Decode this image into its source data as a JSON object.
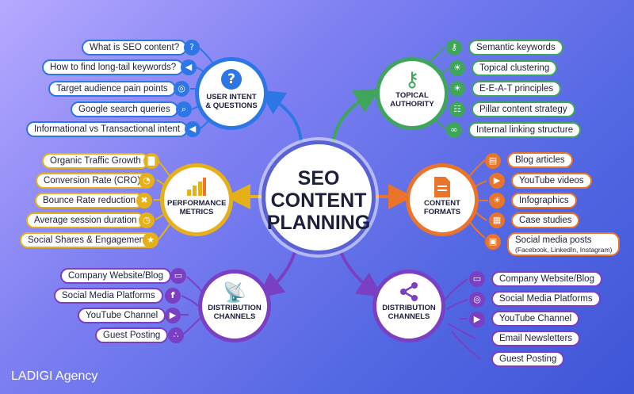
{
  "center": {
    "lines": [
      "SEO",
      "CONTENT",
      "PLANNING"
    ]
  },
  "hubs": {
    "user_intent": {
      "title_lines": [
        "USER INTENT",
        "& QUESTIONS"
      ],
      "icon": "question-icon",
      "color": "#2d76e6"
    },
    "topical_authority": {
      "title_lines": [
        "TOPICAL",
        "AUTHORITY"
      ],
      "icon": "key-icon",
      "color": "#3fa55c"
    },
    "performance": {
      "title_lines": [
        "PERFORMANCE",
        "METRICS"
      ],
      "icon": "bar-chart-icon",
      "color": "#e6b019"
    },
    "content_formats": {
      "title_lines": [
        "CONTENT",
        "FORMATS"
      ],
      "icon": "document-icon",
      "color": "#e9742a"
    },
    "distribution_left": {
      "title_lines": [
        "DISTRIBUTION",
        "CHANNELS"
      ],
      "icon": "satellite-dish-icon",
      "color": "#7a3fc2"
    },
    "distribution_right": {
      "title_lines": [
        "DISTRIBUTION",
        "CHANNELS"
      ],
      "icon": "share-icon",
      "color": "#7a3fc2"
    }
  },
  "user_intent_items": [
    {
      "label": "What is SEO content?",
      "icon": "question-icon"
    },
    {
      "label": "How to find long-tail keywords?",
      "icon": "megaphone-icon"
    },
    {
      "label": "Target audience pain points",
      "icon": "target-icon"
    },
    {
      "label": "Google search queries",
      "icon": "search-icon"
    },
    {
      "label": "Informational vs Transactional intent",
      "icon": "megaphone-icon"
    }
  ],
  "topical_items": [
    {
      "label": "Semantic keywords",
      "icon": "key-icon"
    },
    {
      "label": "Topical clustering",
      "icon": "lightbulb-icon"
    },
    {
      "label": "E-E-A-T principles",
      "icon": "lightbulb-icon"
    },
    {
      "label": "Pillar content strategy",
      "icon": "sitemap-icon"
    },
    {
      "label": "Internal linking structure",
      "icon": "link-icon"
    }
  ],
  "performance_items": [
    {
      "label": "Organic Traffic Growth",
      "icon": "bar-chart-icon"
    },
    {
      "label": "Conversion Rate (CRO)",
      "icon": "pie-chart-icon"
    },
    {
      "label": "Bounce Rate reduction",
      "icon": "arrows-icon"
    },
    {
      "label": "Average session duration",
      "icon": "stopwatch-icon"
    },
    {
      "label": "Social Shares & Engagement",
      "icon": "trophy-icon"
    }
  ],
  "format_items": [
    {
      "label": "Blog articles",
      "icon": "document-icon"
    },
    {
      "label": "YouTube videos",
      "icon": "play-icon"
    },
    {
      "label": "Infographics",
      "icon": "lightbulb-icon"
    },
    {
      "label": "Case studies",
      "icon": "chart-doc-icon"
    },
    {
      "label": "Social media posts",
      "sub": "(Facebook, LinkedIn, Instagram)",
      "icon": "image-icon"
    }
  ],
  "dist_left_items": [
    {
      "label": "Company Website/Blog",
      "icon": "monitor-icon"
    },
    {
      "label": "Social Media Platforms",
      "icon": "facebook-icon"
    },
    {
      "label": "YouTube Channel",
      "icon": "play-icon"
    },
    {
      "label": "Guest Posting",
      "icon": "share-icon"
    }
  ],
  "dist_right_items": [
    {
      "label": "Company Website/Blog",
      "icon": "monitor-icon"
    },
    {
      "label": "Social Media Platforms",
      "icon": "instagram-icon"
    },
    {
      "label": "YouTube Channel",
      "icon": "play-icon"
    },
    {
      "label": "Email Newsletters",
      "icon": null
    },
    {
      "label": "Guest Posting",
      "icon": null
    }
  ],
  "brand": "LADIGI Agency"
}
